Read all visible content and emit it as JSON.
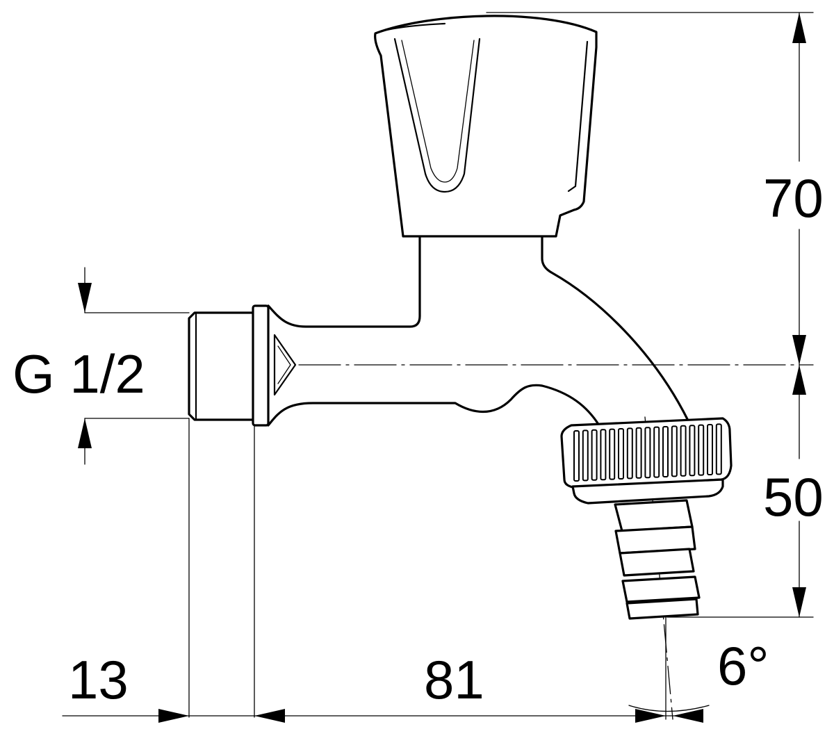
{
  "dimensions": {
    "thread_label": "G 1/2",
    "height_upper": "70",
    "height_lower": "50",
    "inlet_length": "13",
    "spout_reach": "81",
    "angle": "6°"
  }
}
